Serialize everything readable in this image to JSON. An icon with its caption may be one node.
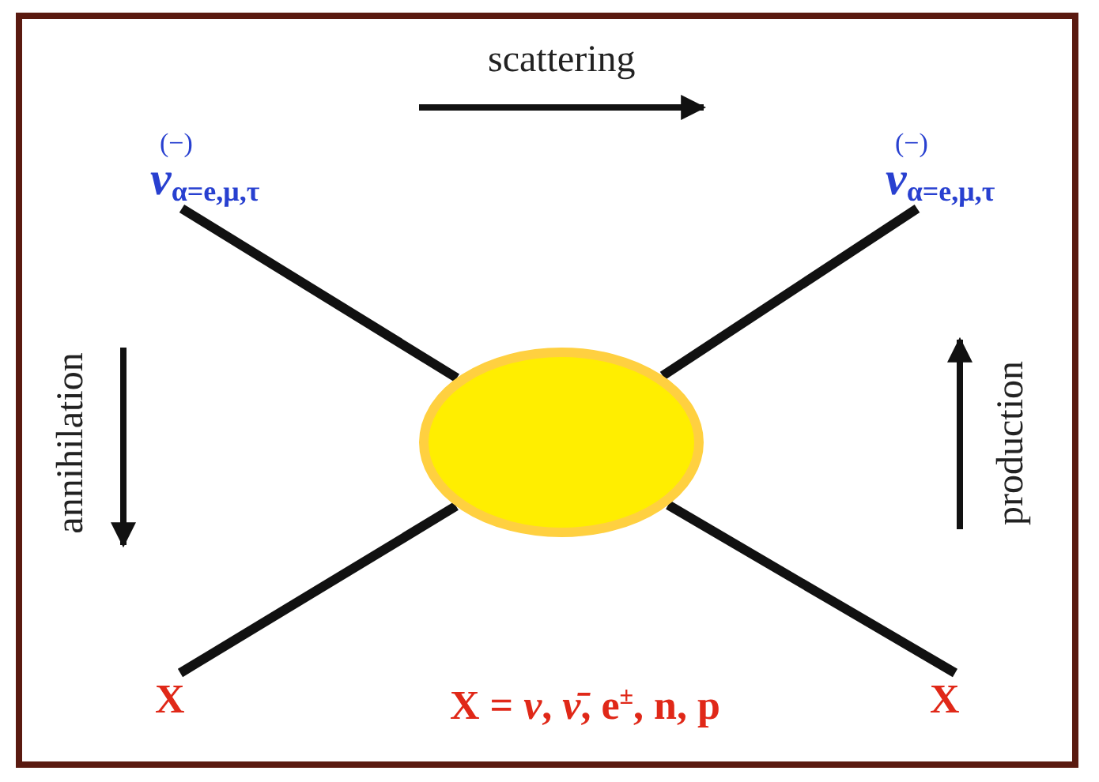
{
  "diagram": {
    "nodes": [
      {
        "text": [
          "(−)",
          "*ν*$_{α=e,μ,τ}$"
        ]
      },
      {
        "text": [
          "(−)",
          "*ν*$_{α=e,μ,τ}$"
        ]
      },
      {
        "text": [
          "X"
        ]
      },
      {
        "text": [
          "X"
        ]
      },
      {
        "text": [],
        "shape": "ellipse"
      }
    ],
    "edges": [
      {
        "from": 0,
        "to": 4,
        "arrow": "none"
      },
      {
        "from": 1,
        "to": 4,
        "arrow": "none"
      },
      {
        "from": 2,
        "to": 4,
        "arrow": "none"
      },
      {
        "from": 3,
        "to": 4,
        "arrow": "none"
      }
    ],
    "labels": [
      "scattering",
      "annihilation",
      "production",
      "X = *ν*, *ν̄*, e$^{±}$, n, p"
    ]
  }
}
